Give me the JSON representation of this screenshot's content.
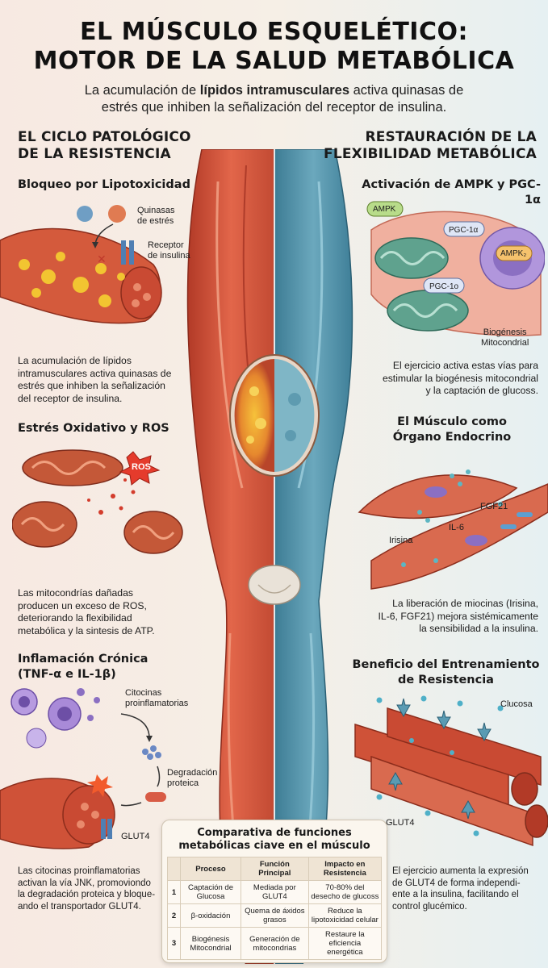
{
  "header": {
    "title_line1": "EL MÚSCULO ESQUELÉTICO:",
    "title_line2": "MOTOR DE LA SALUD METABÓLICA",
    "subtitle_pre": "La acumulación de ",
    "subtitle_bold": "lípidos intramusculares",
    "subtitle_post": " activa quinasas de",
    "subtitle_line2": "estrés que inhiben la señalización del receptor de insulina."
  },
  "left": {
    "section_title_line1": "EL CICLO PATOLÓGICO",
    "section_title_line2": "DE LA RESISTENCIA",
    "block1": {
      "title": "Bloqueo por Lipotoxicidad",
      "label_kinases_1": "Quinasas",
      "label_kinases_2": "de estrés",
      "label_receptor_1": "Receptor",
      "label_receptor_2": "de insulina",
      "text_1": "La acumulación de lípidos",
      "text_2": "intramusculares activa quinasas de",
      "text_3": "estrés que inhiben la señalización",
      "text_4": "del receptor de insulina."
    },
    "block2": {
      "title": "Estrés Oxidativo y ROS",
      "label_ros": "ROS",
      "text_1": "Las mitocondrías dañadas",
      "text_2": "producen un exceso de ROS,",
      "text_3": "deteriorando la flexibilidad",
      "text_4": "metabólica y la sintesis de ATP."
    },
    "block3": {
      "title_line1": "Inflamación Crónica",
      "title_line2": "(TNF-α e IL-1β)",
      "label_cytokines_1": "Citocinas",
      "label_cytokines_2": "proinflamatorias",
      "label_degradation_1": "Degradación",
      "label_degradation_2": "proteica",
      "label_glut4": "GLUT4",
      "text_1": "Las citocinas proinflamatorias",
      "text_2": "activan la vía JNK, promoviondo",
      "text_3": "la degradación proteica y bloque-",
      "text_4": "ando el transportador GLUT4."
    }
  },
  "right": {
    "section_title_line1": "RESTAURACIÓN DE LA",
    "section_title_line2": "FLEXIBILIDAD METABÓLICA",
    "block1": {
      "title": "Activación de AMPK y PGC-1α",
      "label_ampk": "AMPK",
      "label_pgc1": "PGC-1α",
      "label_ampk2": "AMPK₂",
      "label_pgc2": "PGC-1o",
      "label_biog_1": "Biogénesis",
      "label_biog_2": "Mitocondrial",
      "text_1": "El ejercicio activa estas vías para",
      "text_2": "estimular la biogénesis mitocondrial",
      "text_3": "y la captación de glucoss."
    },
    "block2": {
      "title_line1": "El Músculo como",
      "title_line2": "Órgano Endocrino",
      "label_fgf21": "FGF21",
      "label_il6": "IL-6",
      "label_irisina": "Irisina",
      "text_1": "La liberación de miocinas (Irisina,",
      "text_2": "IL-6, FGF21) mejora sistémicamente",
      "text_3": "la sensibilidad a la insulina."
    },
    "block3": {
      "title_line1": "Beneficio del Entrenamiento",
      "title_line2": "de Resistencia",
      "label_glucose": "Clucosa",
      "label_glut4": "GLUT4",
      "text_1": "El ejercicio aumenta la expresión",
      "text_2": "de GLUT4 de forma independi-",
      "text_3": "ente a la insulina, facilitando el",
      "text_4": "control glucémico."
    }
  },
  "table": {
    "title_line1": "Comparativa de funciones",
    "title_line2": "metabólicas ciave en el músculo",
    "headers": [
      "",
      "Proceso",
      "Función Principal",
      "Impacto en Resistencia"
    ],
    "rows": [
      [
        "1",
        "Captación de Glucosa",
        "Mediada por GLUT4",
        "70-80% del desecho de glucoss"
      ],
      [
        "2",
        "β-oxidación",
        "Quema de áxidos grasos",
        "Reduce la lipotoxicidad celular"
      ],
      [
        "3",
        "Biogénesis Mitocondrial",
        "Generación de mitocondrias",
        "Restaure la eficiencia energética"
      ]
    ]
  },
  "colors": {
    "muscle_red": "#c94a33",
    "muscle_blue": "#4f8fa6",
    "lipid_yellow": "#f2c531",
    "accent_purple": "#8b6fc2"
  }
}
